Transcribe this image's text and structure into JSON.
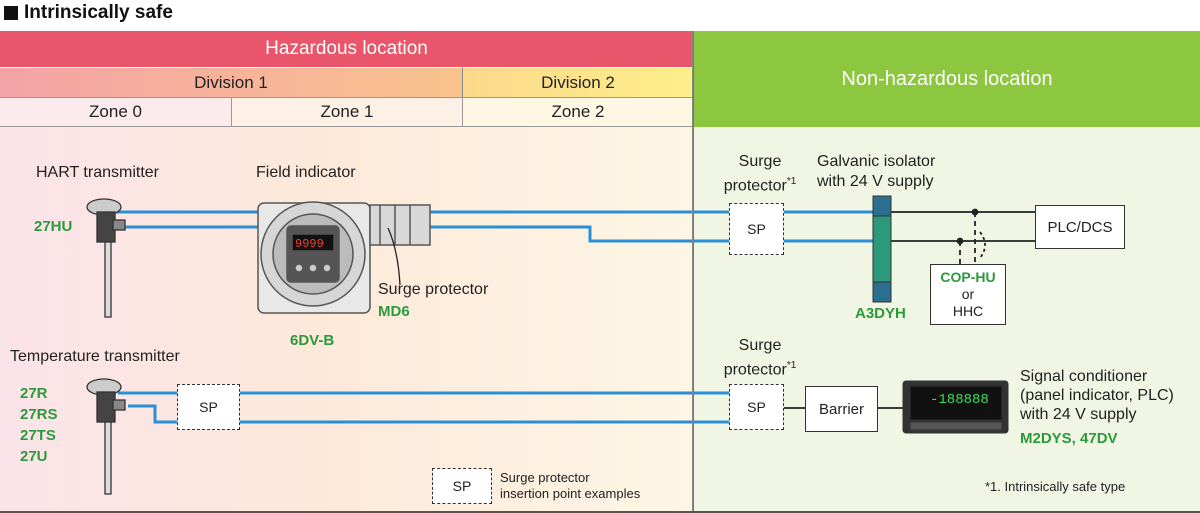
{
  "title": "Intrinsically safe",
  "zones": {
    "hazardous": "Hazardous location",
    "division1": "Division 1",
    "division2": "Division 2",
    "zone0": "Zone 0",
    "zone1": "Zone 1",
    "zone2": "Zone 2",
    "non_hazardous": "Non-hazardous location"
  },
  "devices": {
    "hart_label": "HART transmitter",
    "hart_model": "27HU",
    "field_indicator_label": "Field indicator",
    "field_indicator_model": "6DV-B",
    "display_value": "9999",
    "surge_label": "Surge protector",
    "surge_model": "MD6",
    "temp_label": "Temperature transmitter",
    "temp_models": [
      "27R",
      "27RS",
      "27TS",
      "27U"
    ],
    "surge_prot_line1": "Surge",
    "surge_prot_line2": "protector",
    "footnote_mark": "*1",
    "galvanic_line1": "Galvanic isolator",
    "galvanic_line2": "with 24 V supply",
    "galvanic_model": "A3DYH",
    "plc": "PLC/DCS",
    "cop_model": "COP-HU",
    "cop_or": "or",
    "cop_hhc": "HHC",
    "sp": "SP",
    "barrier": "Barrier",
    "signal_line1": "Signal conditioner",
    "signal_line2": "(panel indicator, PLC)",
    "signal_line3": "with 24 V supply",
    "signal_models": "M2DYS, 47DV",
    "panel_display": "-188888"
  },
  "legend": {
    "sp": "SP",
    "line1": "Surge protector",
    "line2": "insertion point examples"
  },
  "footnote": "*1. Intrinsically safe type",
  "colors": {
    "hazard_red": "#e9566b",
    "safe_green": "#8dc63f",
    "wire_blue": "#2b8fd6",
    "model_green": "#2a9a3a"
  }
}
